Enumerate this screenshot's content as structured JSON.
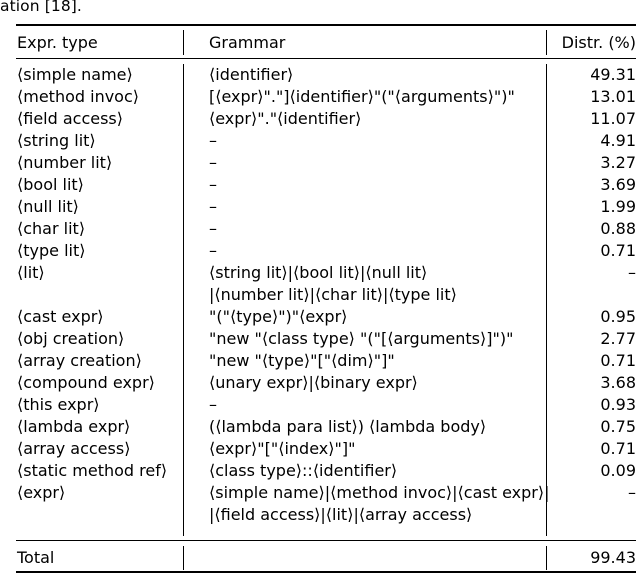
{
  "document": {
    "preceding_text_fragment": "ation [18]."
  },
  "table": {
    "name": "expression-grammar-distribution-table",
    "headers": {
      "expr_type": "Expr. type",
      "grammar": "Grammar",
      "distribution": "Distr. (%)"
    },
    "rows": [
      {
        "type": "⟨simple name⟩",
        "grammar": "⟨identifier⟩",
        "grammar_line2": "",
        "dist": "49.31"
      },
      {
        "type": "⟨method invoc⟩",
        "grammar": "[⟨expr⟩\".\"]⟨identifier⟩\"(\"⟨arguments⟩\")\"",
        "grammar_line2": "",
        "dist": "13.01"
      },
      {
        "type": "⟨field access⟩",
        "grammar": "⟨expr⟩\".\"⟨identifier⟩",
        "grammar_line2": "",
        "dist": "11.07"
      },
      {
        "type": "⟨string lit⟩",
        "grammar": "–",
        "grammar_line2": "",
        "dist": "4.91"
      },
      {
        "type": "⟨number lit⟩",
        "grammar": "–",
        "grammar_line2": "",
        "dist": "3.27"
      },
      {
        "type": "⟨bool lit⟩",
        "grammar": "–",
        "grammar_line2": "",
        "dist": "3.69"
      },
      {
        "type": "⟨null lit⟩",
        "grammar": "–",
        "grammar_line2": "",
        "dist": "1.99"
      },
      {
        "type": "⟨char lit⟩",
        "grammar": "–",
        "grammar_line2": "",
        "dist": "0.88"
      },
      {
        "type": "⟨type lit⟩",
        "grammar": "–",
        "grammar_line2": "",
        "dist": "0.71"
      },
      {
        "type": "⟨lit⟩",
        "grammar": "⟨string lit⟩|⟨bool lit⟩|⟨null lit⟩",
        "grammar_line2": "|⟨number lit⟩|⟨char lit⟩|⟨type lit⟩",
        "dist": "–"
      },
      {
        "type": "⟨cast expr⟩",
        "grammar": "\"(\"⟨type⟩\")\"⟨expr⟩",
        "grammar_line2": "",
        "dist": "0.95"
      },
      {
        "type": "⟨obj creation⟩",
        "grammar": "\"new \"⟨class type⟩ \"(\"[⟨arguments⟩]\")\"",
        "grammar_line2": "",
        "dist": "2.77"
      },
      {
        "type": "⟨array creation⟩",
        "grammar": "\"new \"⟨type⟩\"[\"⟨dim⟩\"]\"",
        "grammar_line2": "",
        "dist": "0.71"
      },
      {
        "type": "⟨compound expr⟩",
        "grammar": "⟨unary expr⟩|⟨binary expr⟩",
        "grammar_line2": "",
        "dist": "3.68"
      },
      {
        "type": "⟨this expr⟩",
        "grammar": "–",
        "grammar_line2": "",
        "dist": "0.93"
      },
      {
        "type": "⟨lambda expr⟩",
        "grammar": "(⟨lambda para list⟩) ⟨lambda body⟩",
        "grammar_line2": "",
        "dist": "0.75"
      },
      {
        "type": "⟨array access⟩",
        "grammar": "⟨expr⟩\"[\"⟨index⟩\"]\"",
        "grammar_line2": "",
        "dist": "0.71"
      },
      {
        "type": "⟨static method ref⟩",
        "grammar": "⟨class type⟩::⟨identifier⟩",
        "grammar_line2": "",
        "dist": "0.09"
      },
      {
        "type": "⟨expr⟩",
        "grammar": "⟨simple name⟩|⟨method invoc⟩|⟨cast expr⟩|",
        "grammar_line2": "|⟨field access⟩|⟨lit⟩|⟨array access⟩",
        "dist": "–"
      }
    ],
    "total": {
      "label": "Total",
      "grammar": "",
      "dist": "99.43"
    }
  },
  "style": {
    "text_color": "#000000",
    "background": "#ffffff",
    "rule_color": "#000000"
  }
}
